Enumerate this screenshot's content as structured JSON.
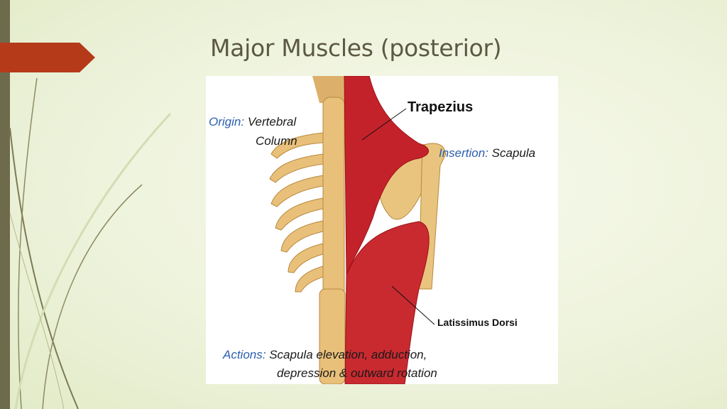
{
  "slide": {
    "title": "Major Muscles (posterior)"
  },
  "figure": {
    "origin_key": "Origin:",
    "origin_value_line1": "Vertebral",
    "origin_value_line2": "Column",
    "muscle_top": "Trapezius",
    "insertion_key": "Insertion:",
    "insertion_value": "Scapula",
    "muscle_bottom": "Latissimus Dorsi",
    "actions_key": "Actions:",
    "actions_line1": "Scapula elevation, adduction,",
    "actions_line2": "depression & outward rotation"
  },
  "colors": {
    "accent_arrow": "#b53a1a",
    "left_bar": "#6e6a4c",
    "title_text": "#5b5940",
    "label_key_blue": "#2b5fae",
    "muscle_red": "#c4222a",
    "bone": "#e8c07a"
  }
}
